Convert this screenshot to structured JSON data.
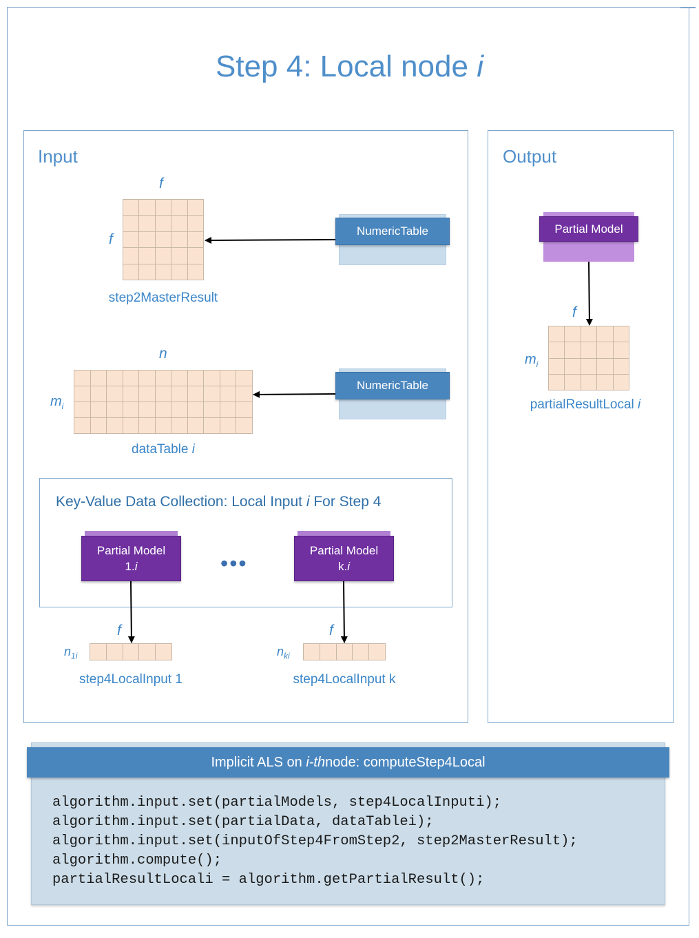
{
  "title": {
    "text": "Step 4: Local node ",
    "italic": "i"
  },
  "input_section": {
    "label": "Input",
    "step2": {
      "col_dim": "f",
      "row_dim": "f",
      "name": "step2MasterResult",
      "source": "NumericTable"
    },
    "datatable": {
      "col_dim": "n",
      "row_dim": "m",
      "row_dim_sub": "i",
      "name": "dataTable ",
      "name_italic": "i",
      "source": "NumericTable"
    },
    "collection": {
      "title": "Key-Value Data Collection: Local Input ",
      "title_italic": "i",
      "title_suffix": " For Step 4",
      "ellipsis": "•••",
      "model1": {
        "line1": "Partial Model",
        "line2_prefix": "1.",
        "line2_italic": "i"
      },
      "modelk": {
        "line1": "Partial Model",
        "line2_prefix": "k.",
        "line2_italic": "i"
      }
    },
    "local1": {
      "col_dim": "f",
      "row_dim": "n",
      "row_dim_sub": "1i",
      "name": "step4LocalInput 1"
    },
    "localk": {
      "col_dim": "f",
      "row_dim": "n",
      "row_dim_sub": "ki",
      "name": "step4LocalInput k"
    }
  },
  "output_section": {
    "label": "Output",
    "model_label": "Partial Model",
    "col_dim": "f",
    "row_dim": "m",
    "row_dim_sub": "i",
    "name": "partialResultLocal ",
    "name_italic": "i"
  },
  "code": {
    "header_prefix": "Implicit ALS on ",
    "header_italic": "i-th",
    "header_suffix": " node: computeStep4Local",
    "lines": [
      "algorithm.input.set(partialModels, step4LocalInputi);",
      "algorithm.input.set(partialData, dataTablei);",
      "algorithm.input.set(inputOfStep4FromStep2, step2MasterResult);",
      "algorithm.compute();",
      "partialResultLocali = algorithm.getPartialResult();"
    ]
  },
  "colors": {
    "accent_blue": "#4f8fca",
    "numeric_table": "#4a86be",
    "partial_model": "#7030a0",
    "matrix_cell": "#fbe3d1",
    "code_bg": "#ccdde9"
  }
}
